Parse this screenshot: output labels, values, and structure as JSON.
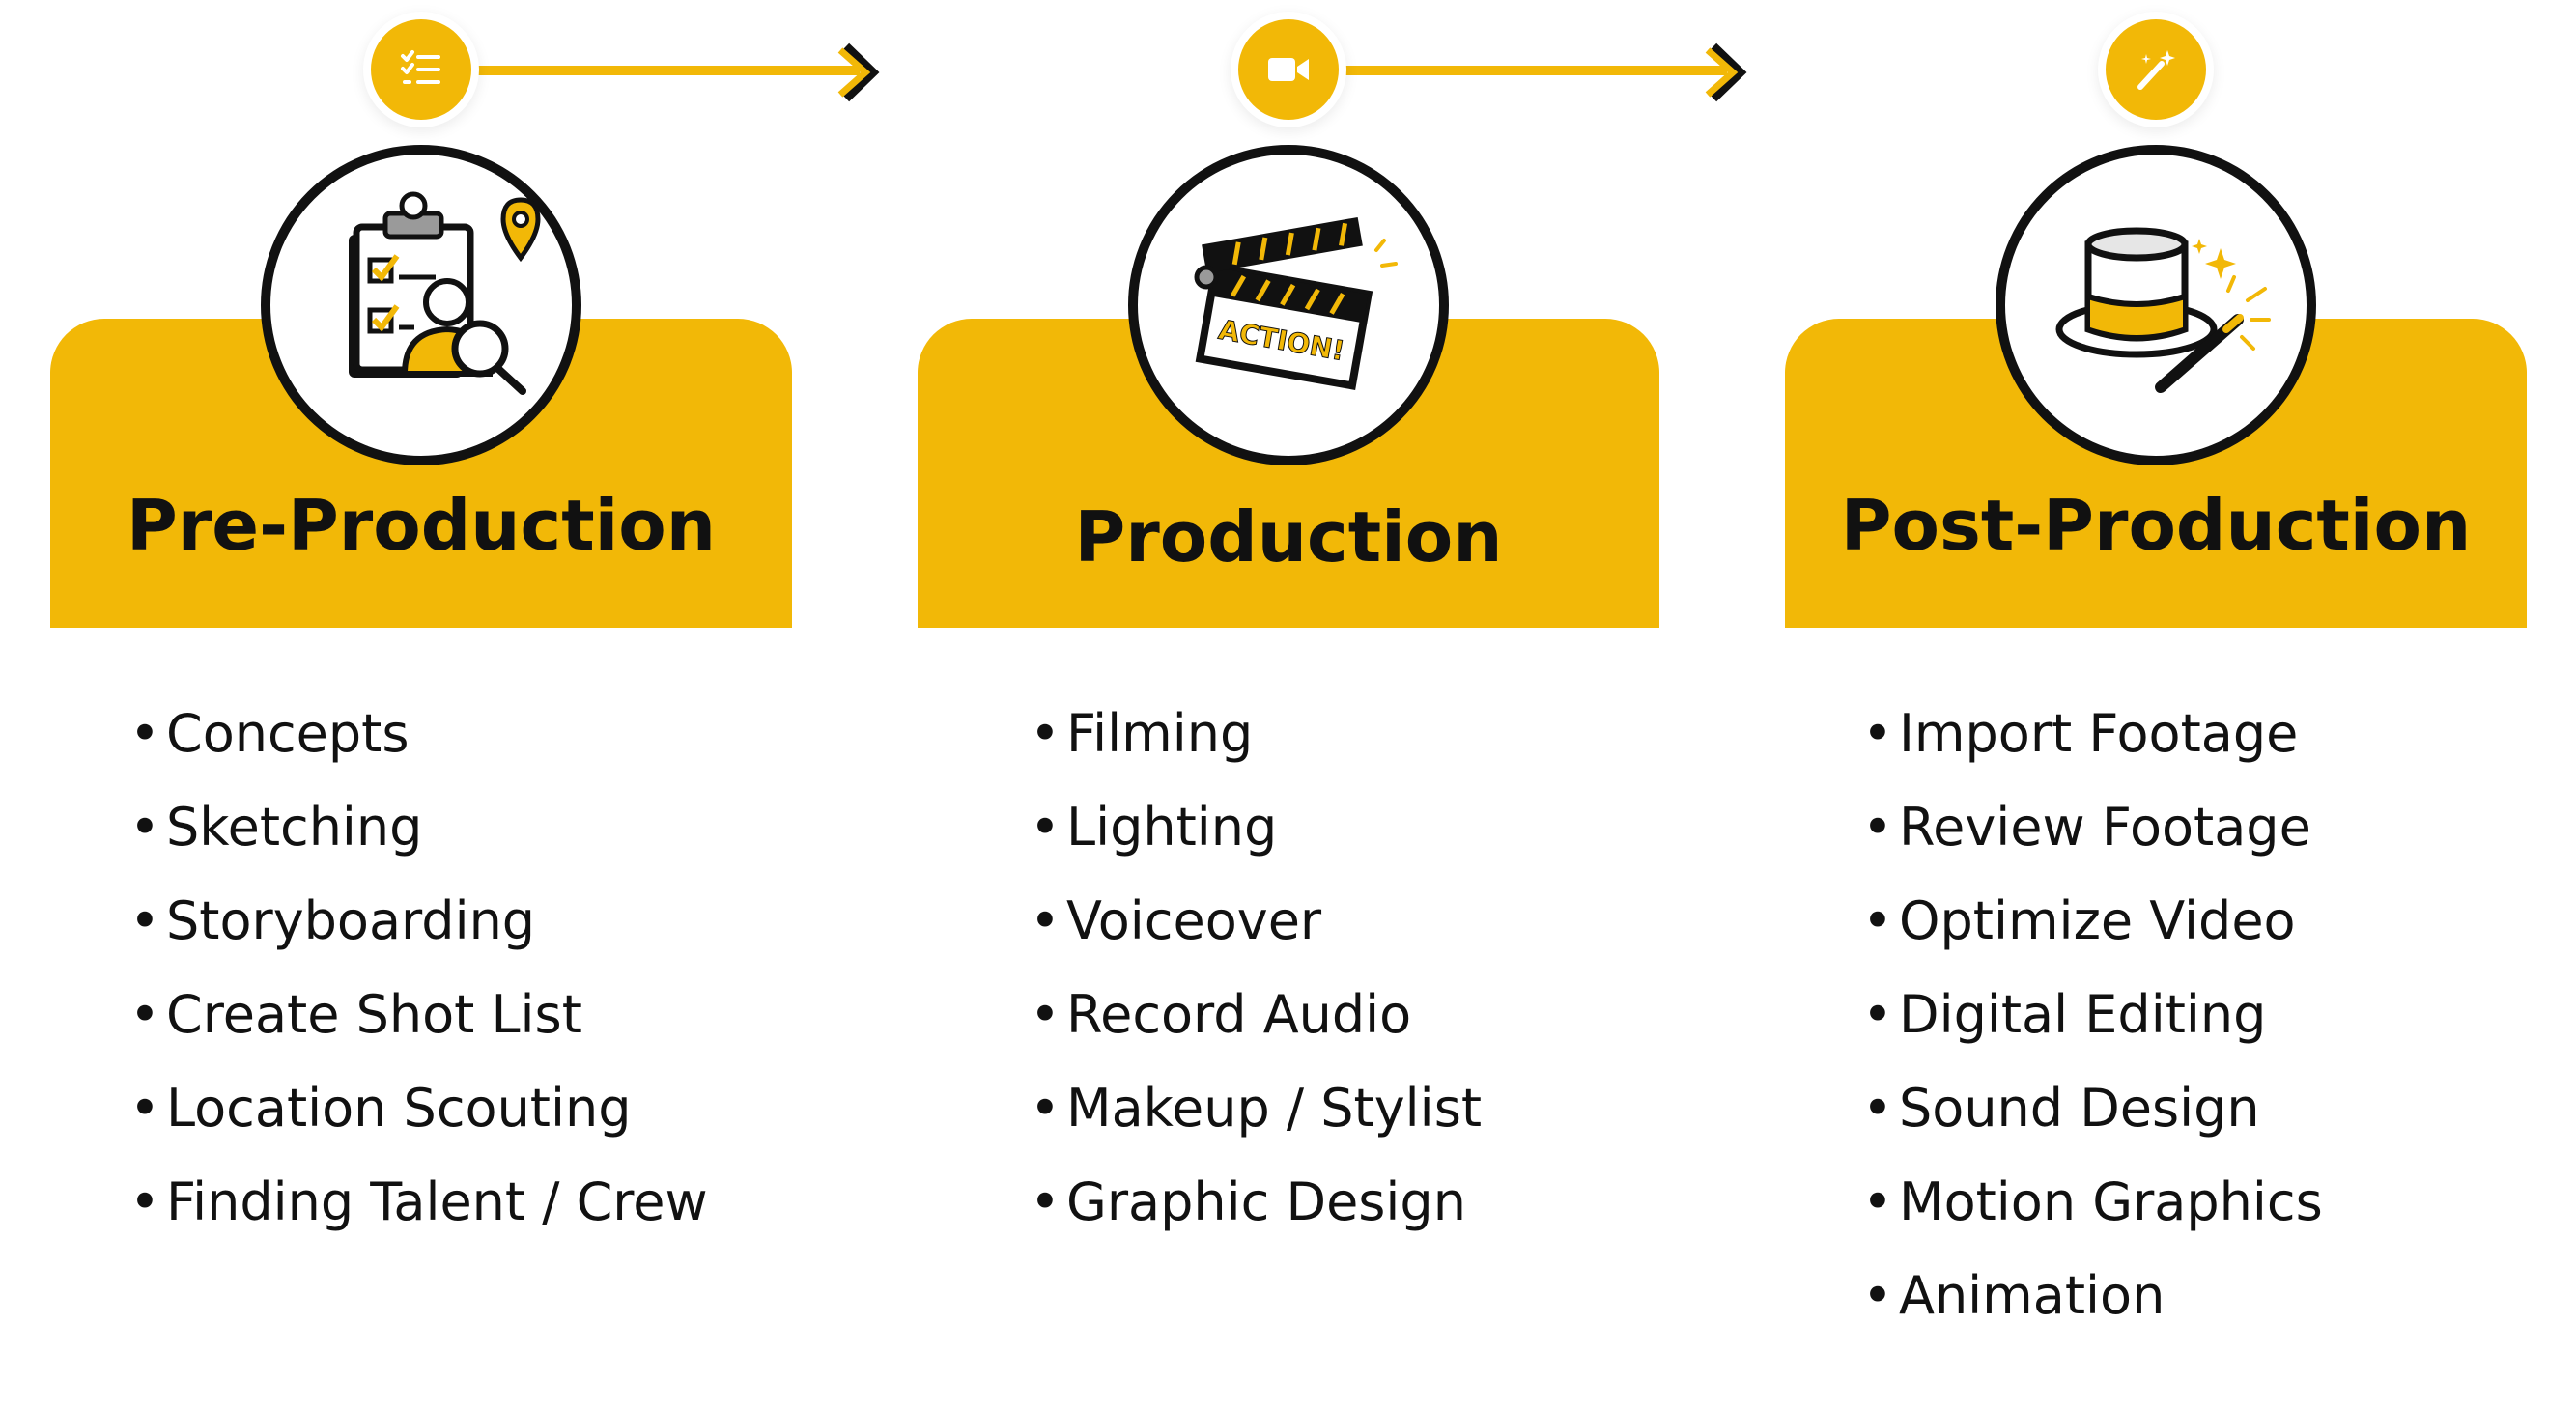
{
  "colors": {
    "accent": "#f2b807",
    "ink": "#111111",
    "background": "#ffffff"
  },
  "timeline": {
    "nodes": [
      {
        "icon": "checklist-icon"
      },
      {
        "icon": "video-camera-icon"
      },
      {
        "icon": "magic-wand-icon"
      }
    ],
    "arrows": [
      "chevron-right-icon",
      "chevron-right-icon"
    ]
  },
  "stages": [
    {
      "title": "Pre-Production",
      "badge_icon": "planning-clipboard-icon",
      "items": [
        "Concepts",
        "Sketching",
        "Storyboarding",
        "Create Shot List",
        "Location Scouting",
        "Finding Talent / Crew"
      ]
    },
    {
      "title": "Production",
      "badge_icon": "clapperboard-icon",
      "badge_text": "ACTION!",
      "items": [
        "Filming",
        "Lighting",
        "Voiceover",
        "Record Audio",
        "Makeup / Stylist",
        "Graphic Design"
      ]
    },
    {
      "title": "Post-Production",
      "badge_icon": "top-hat-magic-wand-icon",
      "items": [
        "Import Footage",
        "Review Footage",
        "Optimize Video",
        "Digital Editing",
        "Sound Design",
        "Motion Graphics",
        "Animation"
      ]
    }
  ]
}
